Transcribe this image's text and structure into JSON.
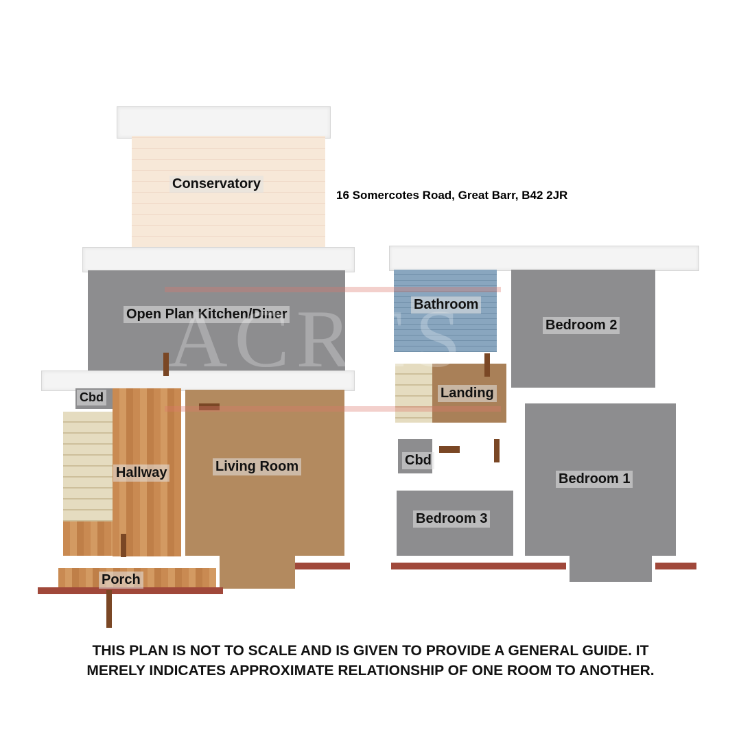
{
  "address": "16 Somercotes Road, Great Barr, B42 2JR",
  "watermark": "ACRES",
  "ground_floor": {
    "rooms": [
      "Conservatory",
      "Open Plan Kitchen/Diner",
      "Cbd",
      "Hallway",
      "Living Room",
      "Porch"
    ]
  },
  "first_floor": {
    "rooms": [
      "Bathroom",
      "Bedroom 2",
      "Landing",
      "Cbd",
      "Bedroom 1",
      "Bedroom 3"
    ]
  },
  "disclaimer": "THIS PLAN IS NOT TO SCALE AND IS GIVEN TO PROVIDE A GENERAL GUIDE. IT MERELY INDICATES APPROXIMATE RELATIONSHIP OF ONE ROOM TO ANOTHER."
}
